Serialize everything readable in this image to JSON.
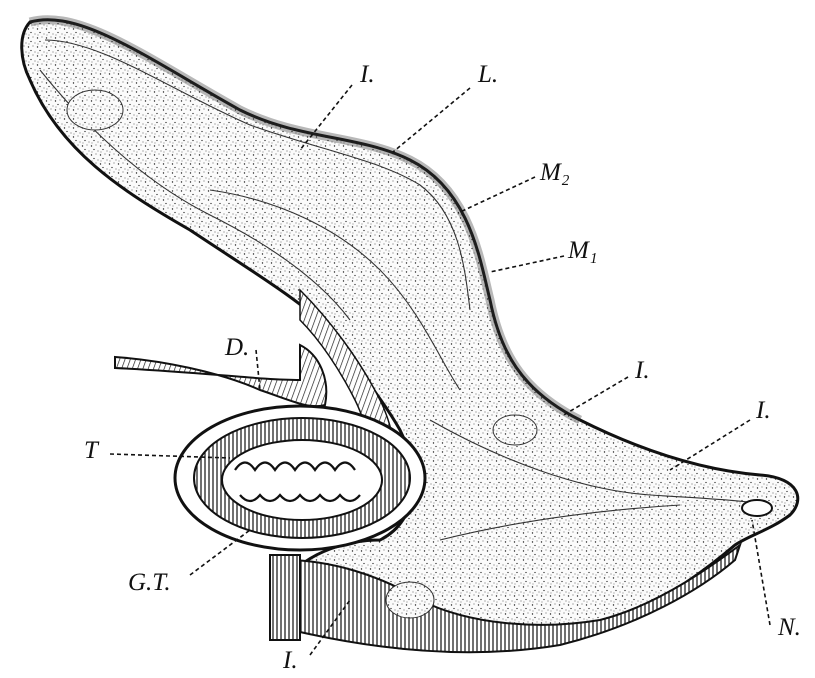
{
  "labels": {
    "i_top": "I.",
    "l_top": "L.",
    "m2": "M₂",
    "m1": "M₁",
    "d": "D.",
    "t": "T",
    "i_mid": "I.",
    "i_right": "I.",
    "gt": "G.T.",
    "n": "N.",
    "i_bottom": "I."
  },
  "colors": {
    "ink": "#111111",
    "paper": "#ffffff"
  }
}
